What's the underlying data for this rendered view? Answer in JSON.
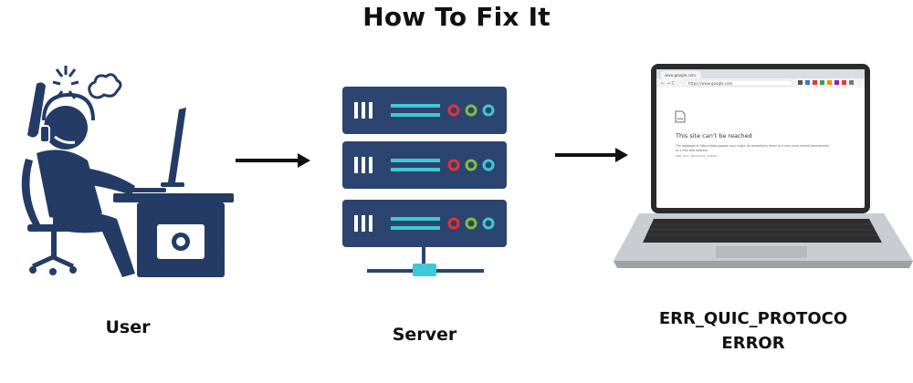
{
  "title": "How To Fix It",
  "nodes": {
    "user": {
      "label": "User"
    },
    "server": {
      "label": "Server"
    },
    "error": {
      "line1": "ERR_QUIC_PROTOCO",
      "line2": "ERROR"
    }
  },
  "browser": {
    "tab_title": "www.google.com",
    "url": "https://www.google.com",
    "heading": "This site can't be reached",
    "body_line1": "The webpage at https://www.google.com/ might be temporarily down or it may have moved permanently",
    "body_line2": "to a new web address.",
    "error_code": "ERR_QUIC_PROTOCOL_ERROR"
  },
  "colors": {
    "server_body": "#2c4470",
    "server_stripe": "#3fc8d8",
    "led_red": "#e8303a",
    "led_green": "#7cc23e",
    "led_cyan": "#3fc8d8",
    "figure": "#243b66",
    "arrow": "#111111"
  }
}
